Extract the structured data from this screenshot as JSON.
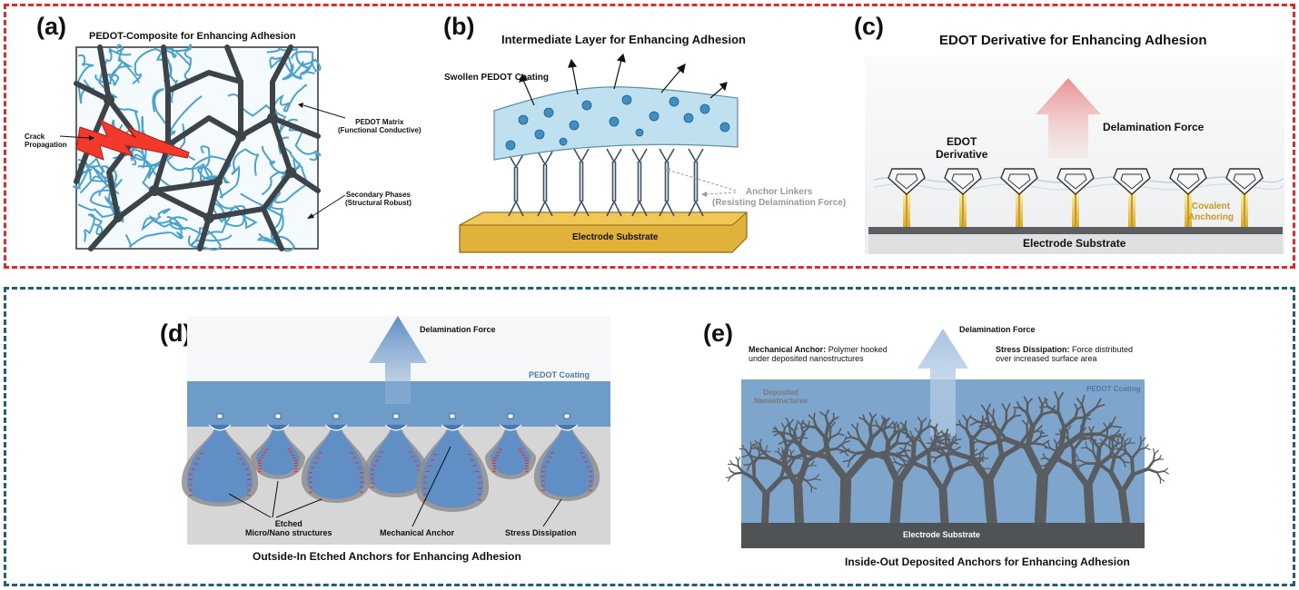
{
  "panels": {
    "a": {
      "label": "(a)",
      "title": "PEDOT-Composite for Enhancing Adhesion",
      "crack": "Crack\nPropagation",
      "matrix": "PEDOT Matrix\n(Functional Conductive)",
      "secondary": "Secondary Phases\n(Structural Robust)"
    },
    "b": {
      "label": "(b)",
      "title": "Intermediate Layer for Enhancing Adhesion",
      "coating": "Swollen PEDOT Coating",
      "linkers": "Anchor Linkers\n(Resisting Delamination Force)",
      "substrate": "Electrode Substrate"
    },
    "c": {
      "label": "(c)",
      "title": "EDOT Derivative for Enhancing Adhesion",
      "force": "Delamination Force",
      "derivative": "EDOT\nDerivative",
      "covalent": "Covalent\nAnchoring",
      "substrate": "Electrode Substrate"
    },
    "d": {
      "label": "(d)",
      "force": "Delamination Force",
      "coating": "PEDOT Coating",
      "etched": "Etched\nMicro/Nano structures",
      "anchor": "Mechanical Anchor",
      "stress": "Stress Dissipation",
      "caption": "Outside-In Etched Anchors for Enhancing Adhesion"
    },
    "e": {
      "label": "(e)",
      "force": "Delamination Force",
      "anchor_bold": "Mechanical Anchor:",
      "anchor_text": " Polymer hooked\nunder deposited nanostructures",
      "stress_bold": "Stress Dissipation:",
      "stress_text": " Force distributed\nover increased surface area",
      "deposited": "Deposited\nNanostructures",
      "coating": "PEDOT Coating",
      "substrate": "Electrode Substrate",
      "caption": "Inside-Out Deposited Anchors for Enhancing Adhesion"
    }
  },
  "colors": {
    "top_border": "#e8262b",
    "bottom_border": "#20607c",
    "pedot_blue": "#4aa3cf",
    "network_dark": "#3d4449",
    "crack_red": "#f23a2c",
    "substrate_gold": "#e0b23a",
    "coating_blue": "#6d9cc9",
    "anchor_gold": "#c99a1c"
  }
}
